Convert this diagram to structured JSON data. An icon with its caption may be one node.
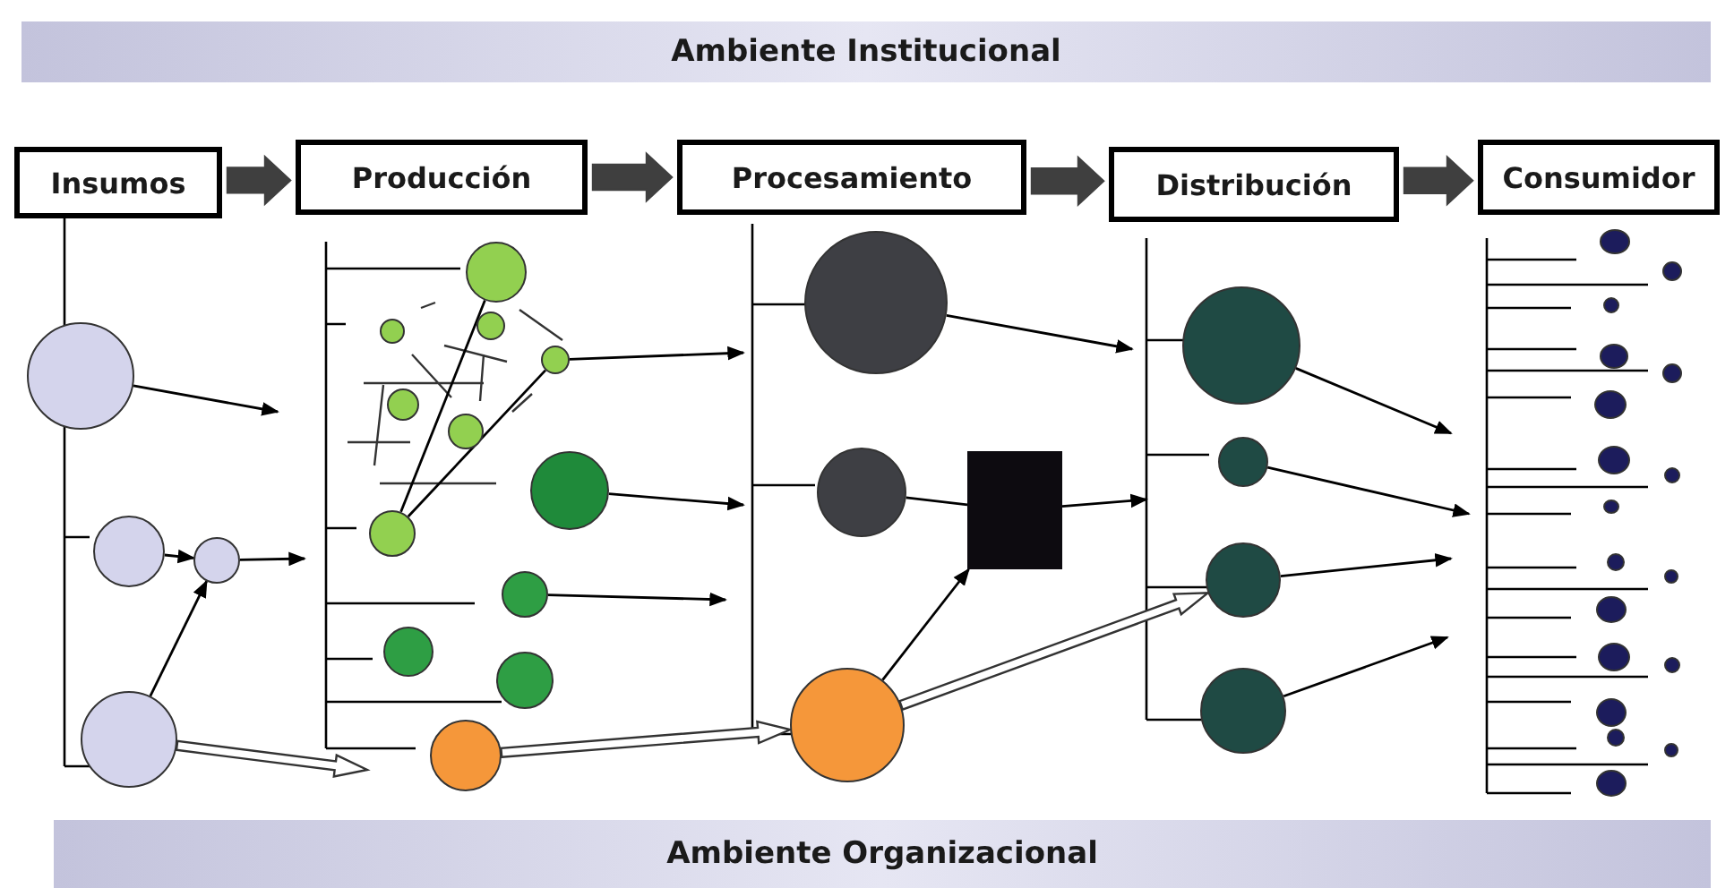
{
  "diagram": {
    "nodes": [
      {
        "text": [
          "Ambiente Institucional"
        ]
      },
      {
        "text": [
          "Insumos"
        ]
      },
      {
        "text": [
          "Producción"
        ]
      },
      {
        "text": [
          "Procesamiento"
        ]
      },
      {
        "text": [
          "Distribución"
        ]
      },
      {
        "text": [
          "Consumidor"
        ]
      },
      {
        "text": [],
        "shape": "circle"
      },
      {
        "text": [],
        "shape": "circle"
      },
      {
        "text": [],
        "shape": "circle"
      },
      {
        "text": [],
        "shape": "circle"
      },
      {
        "text": [],
        "shape": "circle"
      },
      {
        "text": [],
        "shape": "circle"
      },
      {
        "text": [],
        "shape": "circle"
      },
      {
        "text": [],
        "shape": "circle"
      },
      {
        "text": [],
        "shape": "circle"
      },
      {
        "text": [],
        "shape": "circle"
      },
      {
        "text": [],
        "shape": "circle"
      },
      {
        "text": [],
        "shape": "circle"
      },
      {
        "text": [],
        "shape": "circle"
      },
      {
        "text": [],
        "shape": "circle"
      },
      {
        "text": [],
        "shape": "circle"
      },
      {
        "text": [],
        "shape": "circle"
      },
      {
        "text": [],
        "shape": "circle"
      },
      {
        "text": [],
        "shape": "circle"
      },
      {
        "text": [],
        "shape": "box"
      },
      {
        "text": [],
        "shape": "circle"
      },
      {
        "text": [],
        "shape": "circle"
      },
      {
        "text": [],
        "shape": "circle"
      },
      {
        "text": [],
        "shape": "circle"
      },
      {
        "text": [],
        "shape": "circle"
      },
      {
        "text": [],
        "shape": "circle"
      },
      {
        "text": [],
        "shape": "circle"
      },
      {
        "text": [],
        "shape": "circle"
      },
      {
        "text": [],
        "shape": "circle"
      },
      {
        "text": [],
        "shape": "circle"
      },
      {
        "text": [],
        "shape": "circle"
      },
      {
        "text": [],
        "shape": "circle"
      },
      {
        "text": [],
        "shape": "circle"
      },
      {
        "text": [],
        "shape": "circle"
      },
      {
        "text": [],
        "shape": "circle"
      },
      {
        "text": [],
        "shape": "circle"
      },
      {
        "text": [],
        "shape": "circle"
      },
      {
        "text": [],
        "shape": "circle"
      },
      {
        "text": [],
        "shape": "circle"
      },
      {
        "text": [],
        "shape": "circle"
      },
      {
        "text": [],
        "shape": "circle"
      },
      {
        "text": [],
        "shape": "circle"
      },
      {
        "text": [],
        "shape": "circle"
      },
      {
        "text": [
          "Ambiente Organizacional"
        ]
      }
    ],
    "edges": [
      {
        "from": 1,
        "to": 2,
        "arrow": "to",
        "style": "thick",
        "color": "#3f3f3f"
      },
      {
        "from": 2,
        "to": 3,
        "arrow": "to",
        "style": "thick",
        "color": "#3f3f3f"
      },
      {
        "from": 3,
        "to": 4,
        "arrow": "to",
        "style": "thick",
        "color": "#3f3f3f"
      },
      {
        "from": 4,
        "to": 5,
        "arrow": "to",
        "style": "thick",
        "color": "#3f3f3f"
      },
      {
        "from": 6,
        "to": null,
        "arrow": "to"
      },
      {
        "from": 7,
        "to": 8,
        "arrow": "to"
      },
      {
        "from": 8,
        "to": null,
        "arrow": "to"
      },
      {
        "from": 9,
        "to": 8,
        "arrow": "to"
      },
      {
        "from": 9,
        "to": null,
        "arrow": "to",
        "style": "thick"
      },
      {
        "from": 17,
        "to": 10,
        "arrow": "none"
      },
      {
        "from": 17,
        "to": 13,
        "arrow": "none"
      },
      {
        "from": 13,
        "to": null,
        "arrow": "to"
      },
      {
        "from": 16,
        "to": null,
        "arrow": "to"
      },
      {
        "from": 18,
        "to": null,
        "arrow": "to"
      },
      {
        "from": 21,
        "to": 25,
        "arrow": "to",
        "style": "thick"
      },
      {
        "from": 22,
        "to": null,
        "arrow": "to"
      },
      {
        "from": 23,
        "to": 24,
        "arrow": "none"
      },
      {
        "from": 24,
        "to": null,
        "arrow": "to"
      },
      {
        "from": 25,
        "to": 24,
        "arrow": "to"
      },
      {
        "from": 25,
        "to": 28,
        "arrow": "to",
        "style": "thick"
      },
      {
        "from": 26,
        "to": null,
        "arrow": "to"
      },
      {
        "from": 27,
        "to": null,
        "arrow": "to"
      },
      {
        "from": 28,
        "to": null,
        "arrow": "to"
      },
      {
        "from": 29,
        "to": null,
        "arrow": "to"
      }
    ]
  }
}
